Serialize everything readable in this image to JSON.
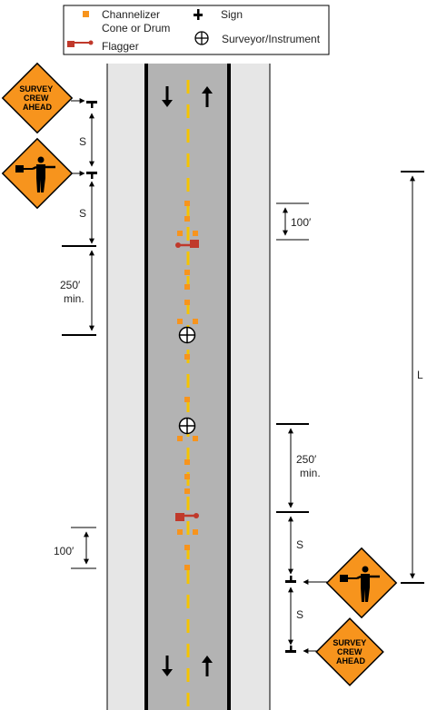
{
  "legend": {
    "channelizer_label": "Channelizer\nCone or Drum",
    "flagger_label": "Flagger",
    "sign_label": "Sign",
    "surveyor_label": "Surveyor/Instrument"
  },
  "signs": {
    "survey_text": [
      "SURVEY",
      "CREW",
      "AHEAD"
    ]
  },
  "dimensions": {
    "s": "S",
    "hundred": "100′",
    "two_fifty": [
      "250′",
      "min."
    ],
    "l": "L"
  },
  "colors": {
    "sign_orange": "#f7941d",
    "cone_orange": "#f7941d",
    "flagger_red": "#c0392b",
    "centerline_yellow": "#f5c400",
    "road_gray": "#b3b3b3",
    "shoulder_gray": "#e6e6e6"
  }
}
